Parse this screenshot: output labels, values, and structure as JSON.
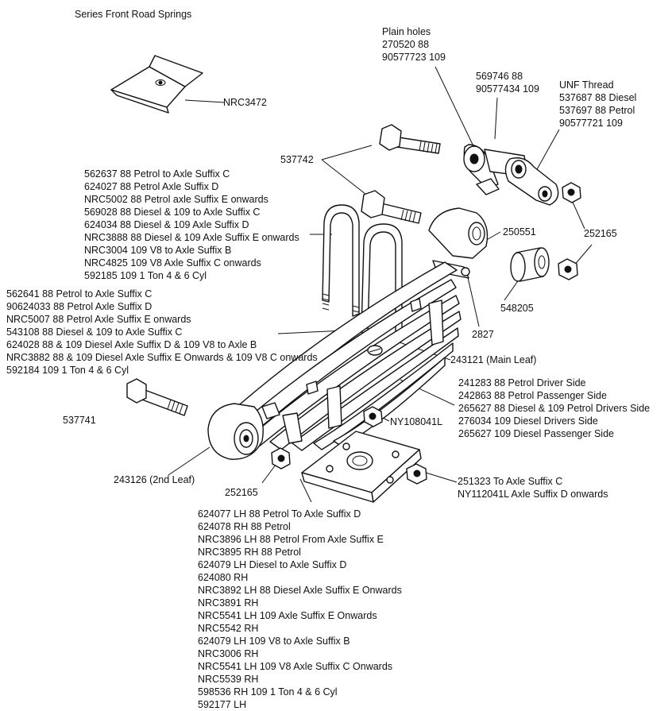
{
  "title": "Series Front Road Springs",
  "labels": {
    "clip": [
      "NRC3472"
    ],
    "plain_holes": [
      "Plain holes",
      "270520 88",
      "90577723 109"
    ],
    "shackle_plate": [
      "569746 88",
      "90577434 109"
    ],
    "unf_thread": [
      "UNF Thread",
      "537687 88 Diesel",
      "537697 88 Petrol",
      "90577721 109"
    ],
    "bolt_537742": [
      "537742"
    ],
    "ubolt_front": [
      "562637 88 Petrol to Axle Suffix C",
      "624027 88 Petrol Axle Suffix D",
      "NRC5002 88 Petrol axle Suffix E onwards",
      "569028 88 Diesel & 109 to Axle Suffix C",
      "624034 88 Diesel & 109 Axle Suffix D",
      "NRC3888 88 Diesel & 109 Axle Suffix E onwards",
      "NRC3004 109 V8 to Axle Suffix B",
      "NRC4825 109 V8 Axle Suffix C onwards",
      "592185 109 1 Ton 4 & 6 Cyl"
    ],
    "bush_250551": [
      "250551"
    ],
    "nut_252165_top": [
      "252165"
    ],
    "ubolt_rear": [
      "562641 88 Petrol to Axle Suffix C",
      "90624033 88 Petrol Axle Suffix D",
      "NRC5007 88 Petrol Axle Suffix E onwards",
      "543108 88 Diesel & 109 to Axle Suffix C",
      "624028 88 & 109 Diesel Axle Suffix D & 109 V8 to Axle B",
      "NRC3882 88 & 109 Diesel Axle Suffix E Onwards & 109 V8 C onwards",
      "592184 109 1 Ton 4 & 6 Cyl"
    ],
    "bush_548205": [
      "548205"
    ],
    "bolt_2827": [
      "2827"
    ],
    "main_leaf": [
      "243121 (Main Leaf)"
    ],
    "spring_assy": [
      "241283 88 Petrol Driver Side",
      "242863 88 Petrol Passenger Side",
      "265627 88 Diesel & 109 Petrol Drivers Side",
      "276034 109 Diesel Drivers Side",
      "265627 109 Diesel Passenger Side"
    ],
    "bolt_537741": [
      "537741"
    ],
    "nut_ny108041l": [
      "NY108041L"
    ],
    "second_leaf": [
      "243126 (2nd Leaf)"
    ],
    "nut_252165_bottom": [
      "252165"
    ],
    "nut_251323": [
      "251323 To Axle Suffix C",
      "NY112041L Axle Suffix D onwards"
    ],
    "base_plate": [
      "624077 LH 88 Petrol To Axle Suffix D",
      "624078 RH 88 Petrol",
      "NRC3896 LH 88 Petrol From Axle Suffix E",
      "NRC3895 RH 88 Petrol",
      "624079 LH Diesel to Axle Suffix D",
      "624080 RH",
      "NRC3892 LH 88 Diesel Axle Suffix E Onwards",
      "NRC3891 RH",
      "NRC5541 LH 109 Axle Suffix E Onwards",
      "NRC5542 RH",
      "624079 LH 109 V8 to Axle Suffix B",
      "NRC3006 RH",
      "NRC5541 LH 109 V8 Axle Suffix C Onwards",
      "NRC5539 RH",
      "598536 RH 109 1 Ton 4 & 6 Cyl",
      "592177 LH"
    ]
  }
}
